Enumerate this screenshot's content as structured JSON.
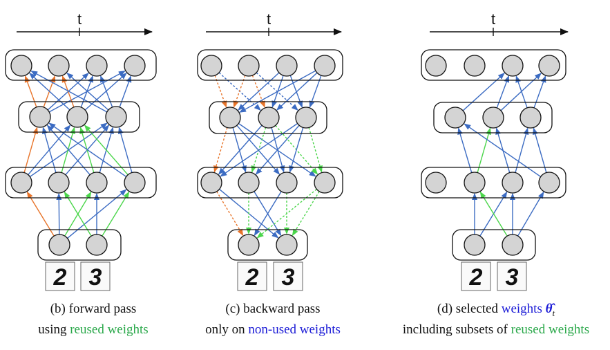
{
  "time_axis_label": "t",
  "digit_images": [
    "2",
    "3"
  ],
  "colors": {
    "forward_orange": "#e8742a",
    "blue_weight": "#3b6bc2",
    "reused_green": "#4bd64b",
    "neuron_fill": "#d4d4d4"
  },
  "panels": [
    {
      "id": "b",
      "caption_main": "(b) forward pass",
      "caption_sub_prefix": "using ",
      "caption_sub_highlight": "reused weights",
      "caption_sub_suffix": "",
      "highlight_color": "green"
    },
    {
      "id": "c",
      "caption_main": "(c) backward pass",
      "caption_sub_prefix": "only on ",
      "caption_sub_highlight": "non-used weights",
      "caption_sub_suffix": "",
      "highlight_color": "blue"
    },
    {
      "id": "d",
      "caption_main_prefix": "(d) selected ",
      "caption_main_highlight": "weights ",
      "caption_main_symbol": "θ̂",
      "caption_main_subscript": "t",
      "caption_sub_prefix": "including subsets of ",
      "caption_sub_highlight": "reused weights",
      "caption_sub_suffix": "",
      "highlight_color": "green"
    }
  ]
}
